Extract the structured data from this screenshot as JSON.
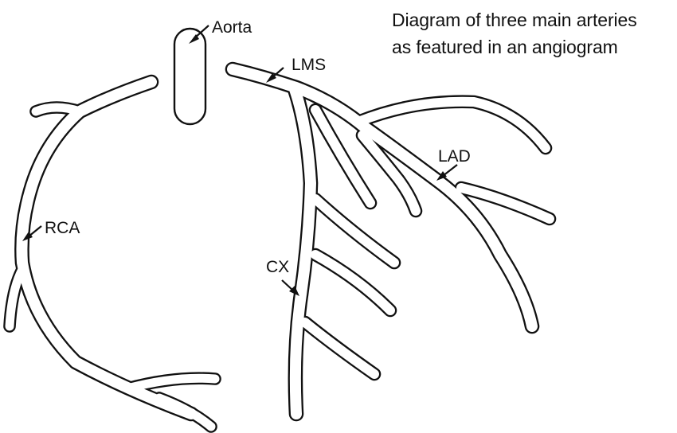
{
  "title": {
    "line1": "Diagram of three main arteries",
    "line2": "as featured in an angiogram"
  },
  "labels": {
    "aorta": "Aorta",
    "lms": "LMS",
    "lad": "LAD",
    "rca": "RCA",
    "cx": "CX"
  },
  "colors": {
    "outline": "#111111",
    "background": "#ffffff"
  }
}
